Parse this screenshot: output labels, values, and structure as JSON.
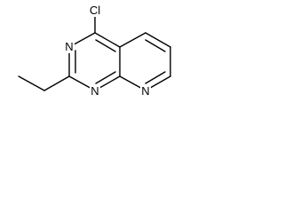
{
  "molecule": {
    "atom_labels": {
      "chlorine": "Cl",
      "n3": "N",
      "n1": "N",
      "n8": "N"
    },
    "colors": {
      "bond": "#000000",
      "label": "#000000",
      "background": "#ffffff"
    }
  }
}
